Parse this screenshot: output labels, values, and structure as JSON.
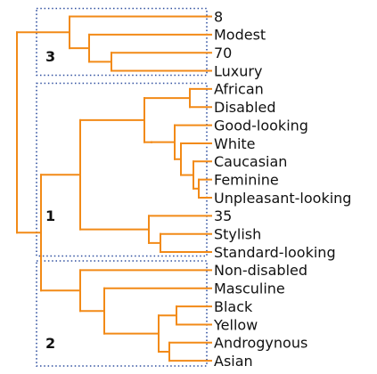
{
  "dendrogram": {
    "orientation": "horizontal",
    "line_color": "#f28a17",
    "box_color": "#2f4f9f",
    "leaves": [
      "8",
      "Modest",
      "70",
      "Luxury",
      "African",
      "Disabled",
      "Good-looking",
      "White",
      "Caucasian",
      "Feminine",
      "Unpleasant-looking",
      "35",
      "Stylish",
      "Standard-looking",
      "Non-disabled",
      "Masculine",
      "Black",
      "Yellow",
      "Androgynous",
      "Asian"
    ],
    "clusters": [
      {
        "label": "3",
        "members": [
          "8",
          "Modest",
          "70",
          "Luxury"
        ]
      },
      {
        "label": "1",
        "members": [
          "African",
          "Disabled",
          "Good-looking",
          "White",
          "Caucasian",
          "Feminine",
          "Unpleasant-looking",
          "35",
          "Stylish",
          "Standard-looking"
        ]
      },
      {
        "label": "2",
        "members": [
          "Non-disabled",
          "Masculine",
          "Black",
          "Yellow",
          "Androgynous",
          "Asian"
        ]
      }
    ]
  }
}
